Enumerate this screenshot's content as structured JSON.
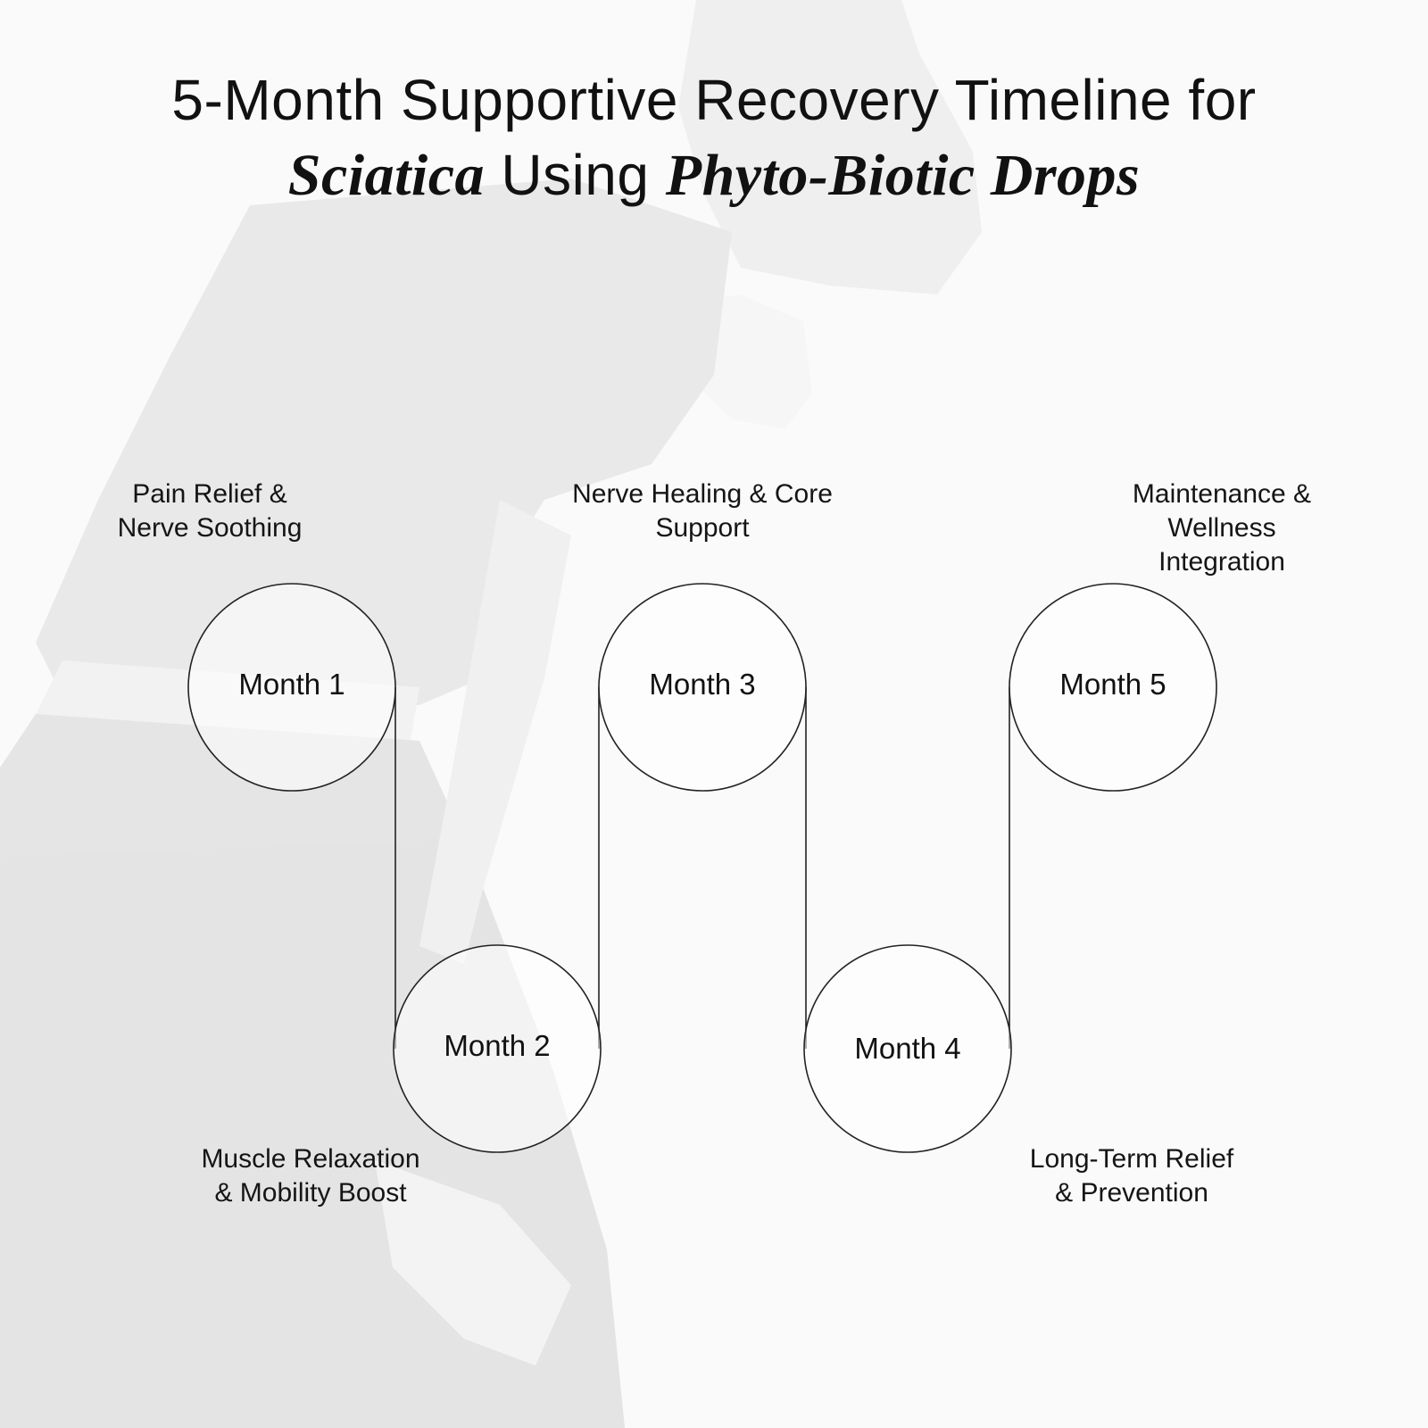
{
  "title": {
    "line1": "5-Month Supportive Recovery Timeline for",
    "line2_part1": "Sciatica",
    "line2_part2": " Using ",
    "line2_part3": "Phyto-Biotic Drops"
  },
  "months": [
    {
      "label": "Month 1",
      "caption_lines": [
        "Pain Relief &",
        "Nerve Soothing"
      ],
      "caption_position": "above"
    },
    {
      "label": "Month 2",
      "caption_lines": [
        "Muscle Relaxation",
        "& Mobility Boost"
      ],
      "caption_position": "below"
    },
    {
      "label": "Month 3",
      "caption_lines": [
        "Nerve Healing & Core",
        "Support"
      ],
      "caption_position": "above"
    },
    {
      "label": "Month 4",
      "caption_lines": [
        "Long-Term Relief",
        "& Prevention"
      ],
      "caption_position": "below"
    },
    {
      "label": "Month 5",
      "caption_lines": [
        "Maintenance &",
        "Wellness",
        "Integration"
      ],
      "caption_position": "above"
    }
  ],
  "colors": {
    "line": "#222222",
    "circle_fill": "#ffffff",
    "background": "#f6f6f6"
  }
}
